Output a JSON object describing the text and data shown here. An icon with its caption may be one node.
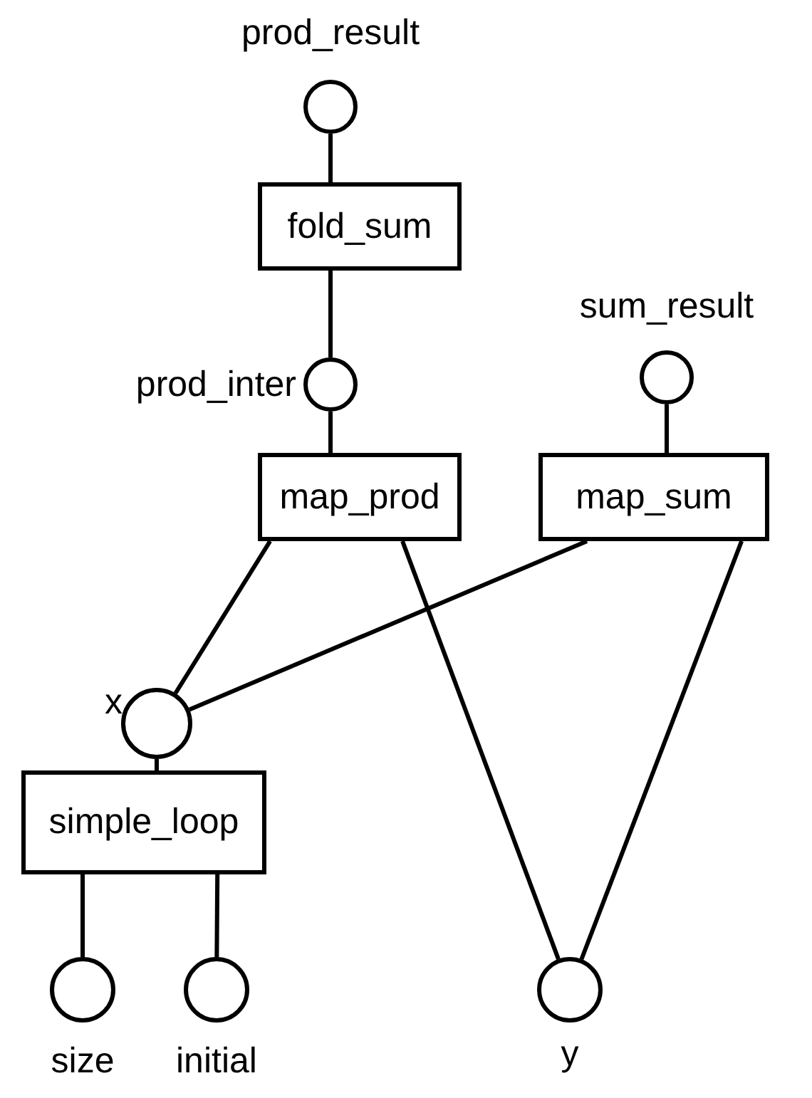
{
  "diagram": {
    "nodes": [
      {
        "text": [],
        "shape": "circle",
        "beside": [
          "prod_result"
        ]
      },
      {
        "text": [
          "fold_sum"
        ]
      },
      {
        "text": [],
        "shape": "circle",
        "beside": [
          "prod_inter"
        ]
      },
      {
        "text": [
          "map_prod"
        ]
      },
      {
        "text": [],
        "shape": "circle",
        "beside": [
          "sum_result"
        ]
      },
      {
        "text": [
          "map_sum"
        ]
      },
      {
        "text": [],
        "shape": "circle",
        "beside": [
          "x"
        ]
      },
      {
        "text": [
          "simple_loop"
        ]
      },
      {
        "text": [],
        "shape": "circle",
        "beside": [
          "size"
        ]
      },
      {
        "text": [],
        "shape": "circle",
        "beside": [
          "initial"
        ]
      },
      {
        "text": [],
        "shape": "circle",
        "beside": [
          "y"
        ]
      }
    ],
    "edges": [
      {
        "from": 0,
        "to": 1,
        "arrow": "none"
      },
      {
        "from": 1,
        "to": 2,
        "arrow": "none"
      },
      {
        "from": 2,
        "to": 3,
        "arrow": "none"
      },
      {
        "from": 4,
        "to": 5,
        "arrow": "none"
      },
      {
        "from": 3,
        "to": 6,
        "arrow": "none"
      },
      {
        "from": 3,
        "to": 10,
        "arrow": "none"
      },
      {
        "from": 5,
        "to": 6,
        "arrow": "none"
      },
      {
        "from": 5,
        "to": 10,
        "arrow": "none"
      },
      {
        "from": 6,
        "to": 7,
        "arrow": "none"
      },
      {
        "from": 7,
        "to": 8,
        "arrow": "none"
      },
      {
        "from": 7,
        "to": 9,
        "arrow": "none"
      }
    ]
  }
}
